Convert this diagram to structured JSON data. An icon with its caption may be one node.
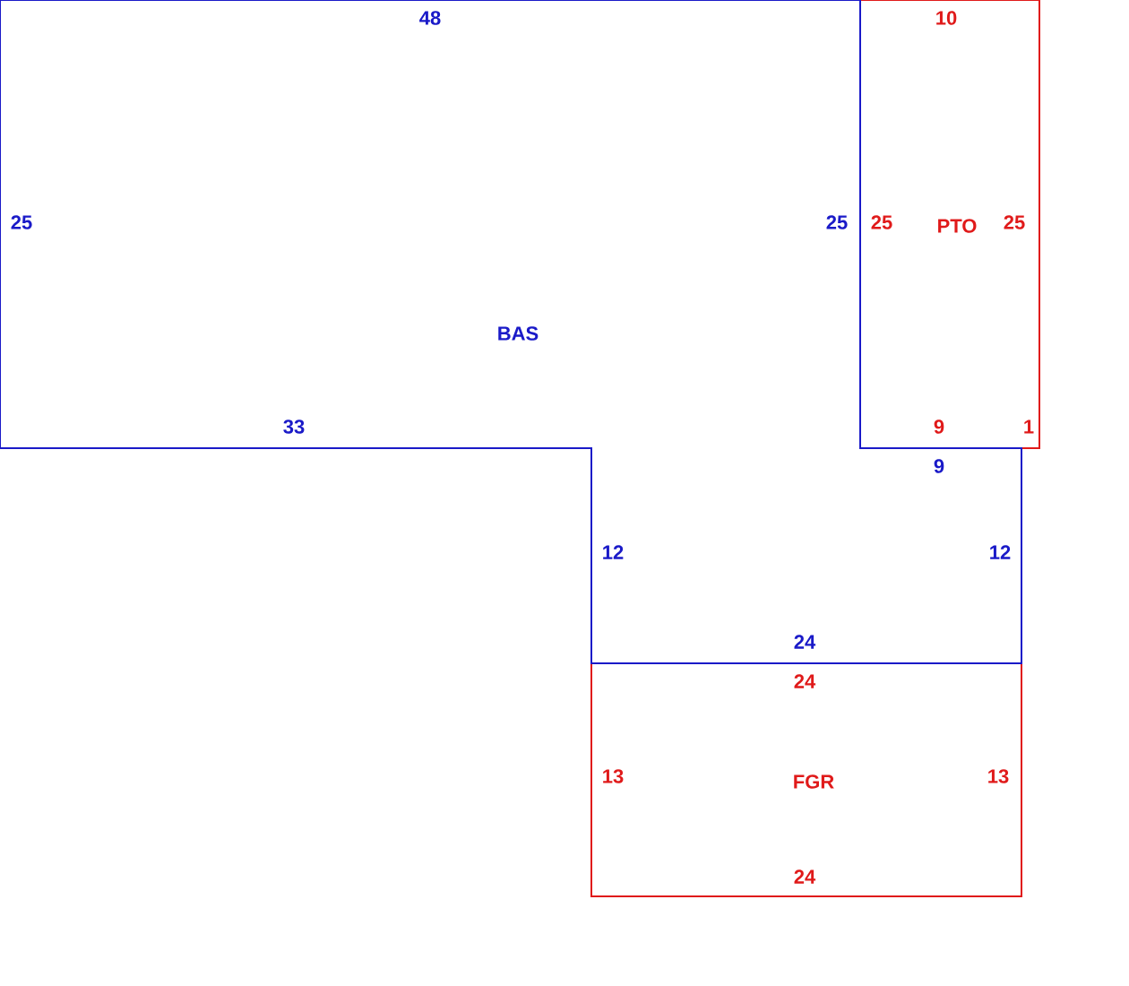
{
  "diagram": {
    "nodes": [
      {
        "text": [
          "BAS",
          "48",
          "25",
          "25",
          "33",
          "9",
          "12",
          "12",
          "24"
        ]
      },
      {
        "text": [
          "PTO",
          "10",
          "25",
          "25",
          "9",
          "1"
        ]
      },
      {
        "text": [
          "FGR",
          "24",
          "13",
          "13",
          "24"
        ]
      }
    ]
  }
}
